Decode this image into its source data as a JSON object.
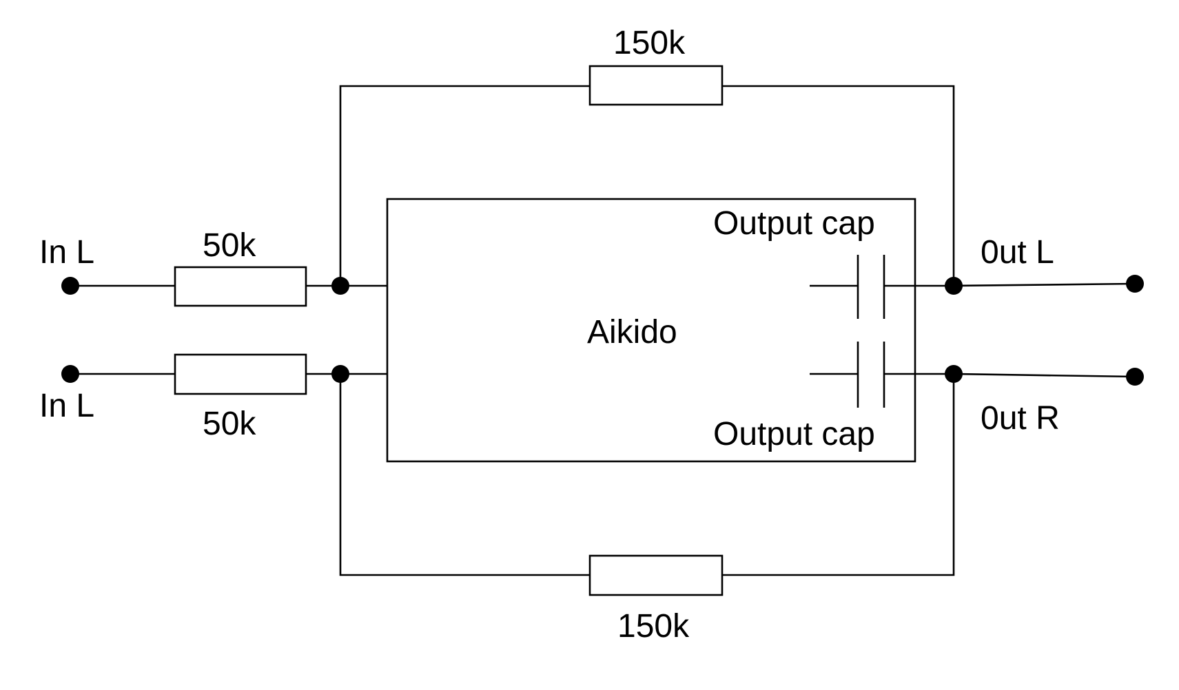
{
  "diagram": {
    "block_label": "Aikido",
    "inputs": {
      "top_label": "In L",
      "bottom_label": "In L"
    },
    "outputs": {
      "top_label": "0ut L",
      "bottom_label": "0ut R"
    },
    "series_resistors": {
      "top_value": "50k",
      "bottom_value": "50k"
    },
    "feedback_resistors": {
      "top_value": "150k",
      "bottom_value": "150k"
    },
    "output_caps": {
      "top_label": "Output cap",
      "bottom_label": "Output cap"
    }
  }
}
